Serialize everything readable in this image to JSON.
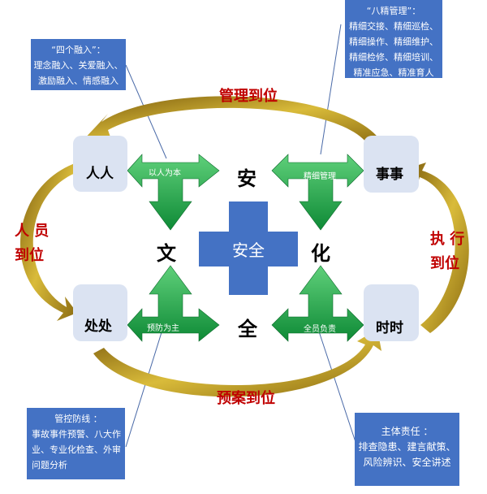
{
  "notes": {
    "ba_jing": {
      "title": "“八精管理”：",
      "lines": [
        "精细交接、精细巡检、",
        "精细操作、精细维护、",
        "精细检修、精细培训、",
        "精准应急、精准育人"
      ]
    },
    "si_ge": {
      "title": "“四个融入”：",
      "lines": [
        "理念融入、关爱融入、",
        "激励融入、情感融入"
      ]
    },
    "guan_kong": {
      "title": "管控防线 ：",
      "lines": [
        "事故事件预警、八大作",
        "业、专业化检查、外审",
        "问题分析"
      ]
    },
    "zhu_ti": {
      "title": "主体责任 ：",
      "lines": [
        "排查隐患、建言献策、",
        "风险辨识、安全讲述"
      ]
    }
  },
  "nodes": {
    "renren": "人人",
    "shishi_thing": "事事",
    "chuchu": "处处",
    "shishi_time": "时时"
  },
  "culture": {
    "an": "安",
    "wen": "文",
    "hua": "化",
    "quan": "全"
  },
  "center": "安全",
  "arrow_labels": {
    "top_left": "以人为本",
    "top_right": "精细管理",
    "bottom_left": "预防为主",
    "bottom_right": "全员负责"
  },
  "cycle_labels": {
    "top": "管理到位",
    "left": [
      "人 员",
      "到位"
    ],
    "right": [
      "执 行",
      "到位"
    ],
    "bottom": "预案到位"
  },
  "colors": {
    "note_bg": "#4472c4",
    "node_bg": "#dbe3f2",
    "arrow_green": "#1aa84a",
    "cycle_gold": "#b8961e",
    "red_text": "#c00000"
  }
}
